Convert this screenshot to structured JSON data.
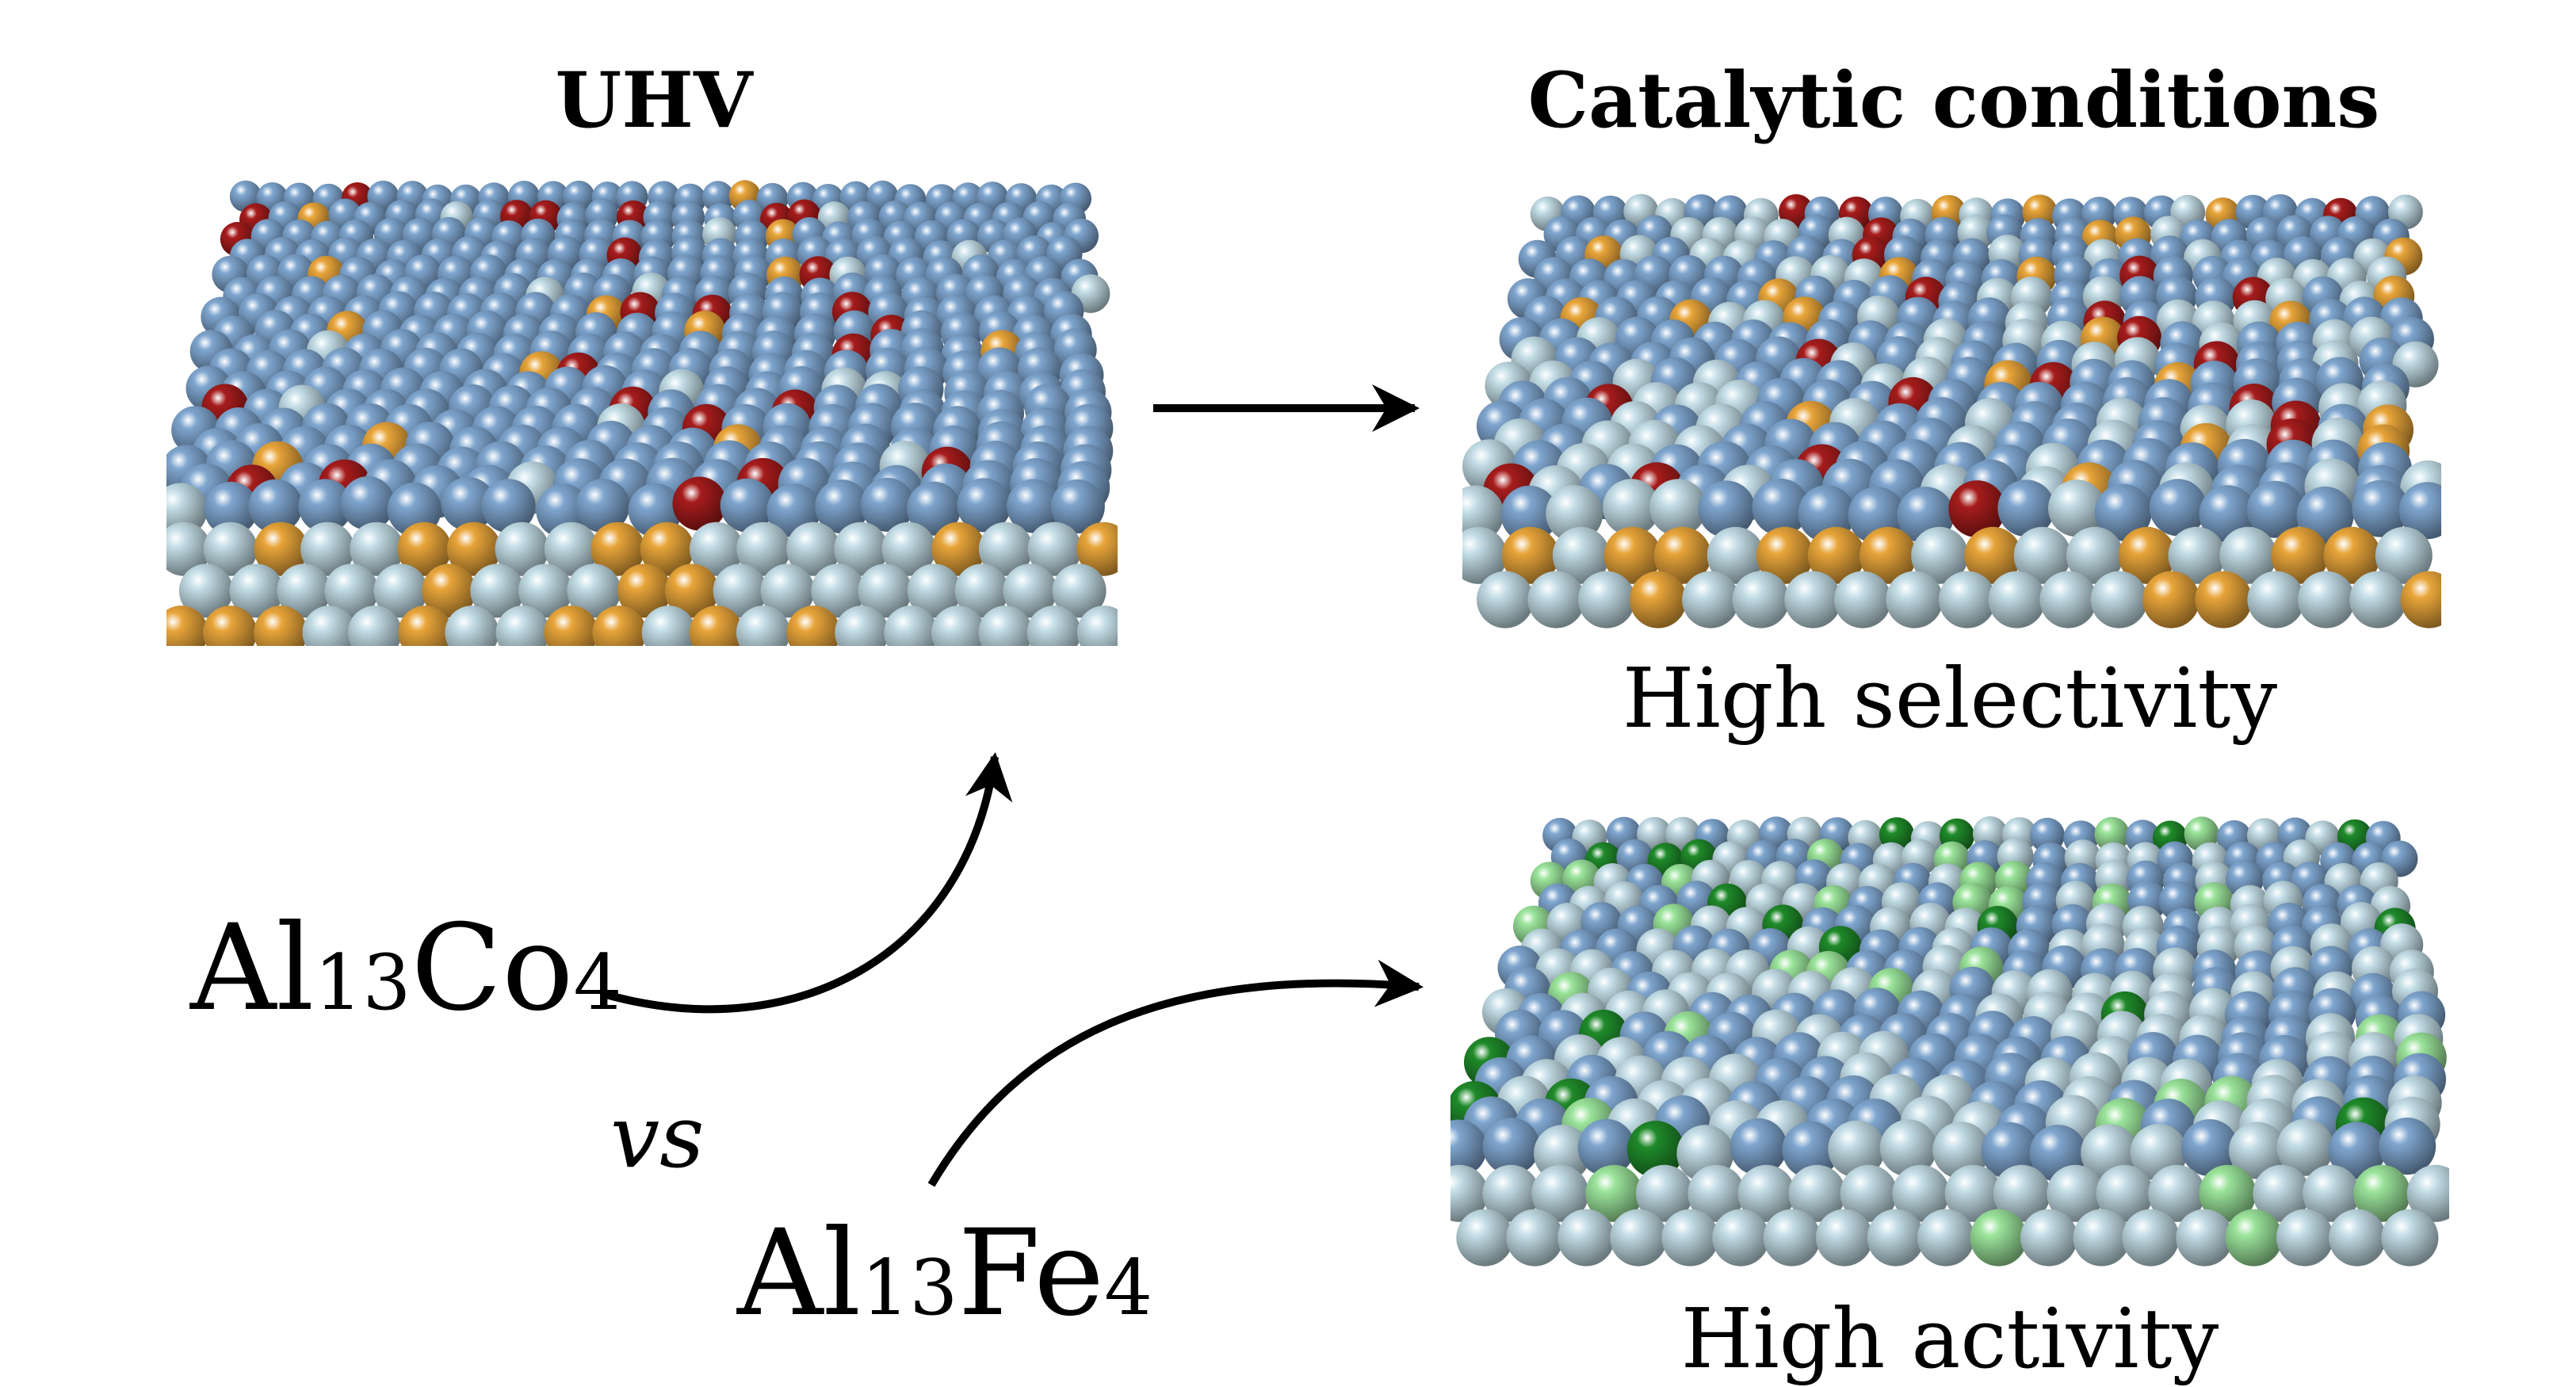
{
  "headings": {
    "left": "UHV",
    "right": "Catalytic conditions"
  },
  "captions": {
    "top_right": "High selectivity",
    "bottom_right": "High activity"
  },
  "formulas": {
    "co": {
      "el1": "Al",
      "n1": "13",
      "el2": "Co",
      "n2": "4"
    },
    "fe": {
      "el1": "Al",
      "n1": "13",
      "el2": "Fe",
      "n2": "4"
    },
    "vs": "vs"
  },
  "colors": {
    "al_top": "#7fa6cf",
    "al_sub": "#c3dde6",
    "co": "#a61c1c",
    "co_sub": "#e8a53a",
    "fe": "#1f8a2a",
    "fe_sub": "#9ae39a",
    "arrow": "#000000"
  }
}
